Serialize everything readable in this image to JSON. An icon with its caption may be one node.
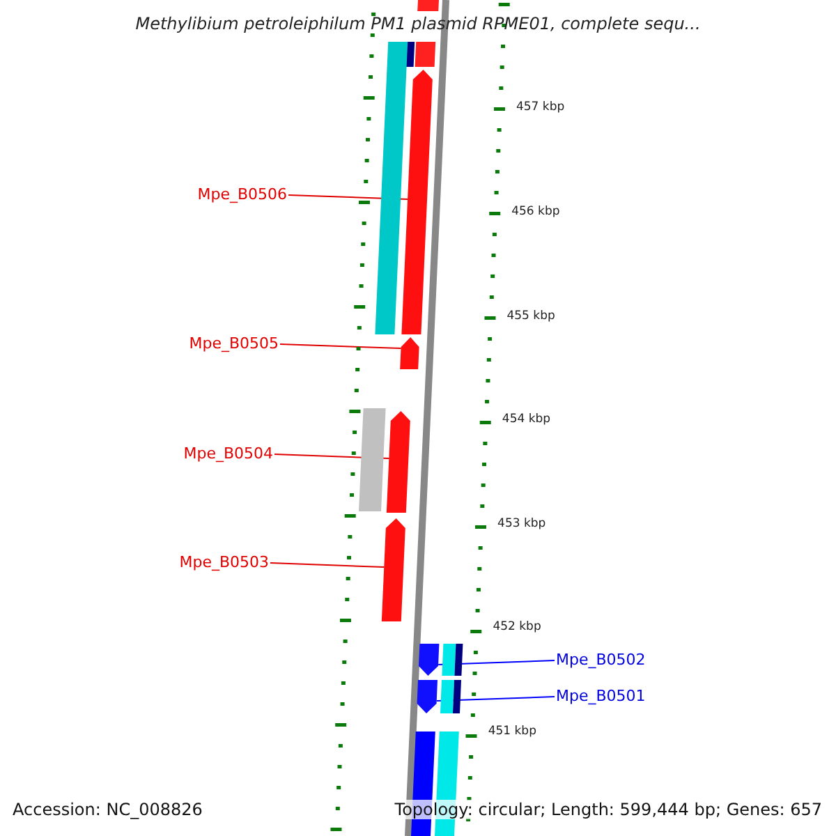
{
  "diagram": {
    "title": "Methylibium petroleiphilum PM1 plasmid RPME01, complete sequ...",
    "nodes": [
      {
        "text": [
          "Mpe_B0506"
        ]
      },
      {
        "text": [
          "Mpe_B0505"
        ]
      },
      {
        "text": [
          "Mpe_B0504"
        ]
      },
      {
        "text": [
          "Mpe_B0503"
        ]
      },
      {
        "text": [
          "Mpe_B0502"
        ]
      },
      {
        "text": [
          "Mpe_B0501"
        ]
      },
      {
        "text": [],
        "shape": "bar"
      },
      {
        "text": [],
        "shape": "bar"
      },
      {
        "text": [],
        "shape": "bar"
      },
      {
        "text": [],
        "shape": "bar"
      },
      {
        "text": [],
        "shape": "bar"
      },
      {
        "text": [],
        "shape": "bar"
      },
      {
        "text": [],
        "shape": "box"
      },
      {
        "text": [],
        "shape": "box"
      },
      {
        "text": [],
        "shape": "box"
      },
      {
        "text": [],
        "shape": "box"
      },
      {
        "text": [],
        "shape": "box"
      },
      {
        "text": [],
        "shape": "box"
      },
      {
        "text": [],
        "shape": "box"
      },
      {
        "text": [],
        "shape": "box"
      },
      {
        "text": [],
        "shape": "box"
      },
      {
        "text": [],
        "shape": "box"
      },
      {
        "text": [],
        "shape": "box"
      }
    ],
    "edges": [
      {
        "from": 0,
        "to": 6,
        "arrow": "none"
      },
      {
        "from": 1,
        "to": 7,
        "arrow": "none"
      },
      {
        "from": 2,
        "to": 8,
        "arrow": "none"
      },
      {
        "from": 3,
        "to": 9,
        "arrow": "none"
      },
      {
        "from": 4,
        "to": 10,
        "arrow": "none",
        "color": "#0000ff"
      },
      {
        "from": 5,
        "to": 11,
        "arrow": "none",
        "color": "#0000ff"
      }
    ],
    "labels": [
      "457 kbp",
      "456 kbp",
      "455 kbp",
      "454 kbp",
      "453 kbp",
      "452 kbp",
      "451 kbp",
      "Accession: NC_008826",
      "Topology: circular; Length: 599,444 bp; Genes: 657"
    ]
  }
}
